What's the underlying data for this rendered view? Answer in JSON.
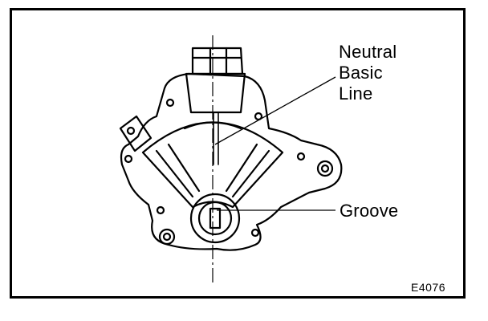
{
  "labels": {
    "neutral_line1": "Neutral",
    "neutral_line2": "Basic",
    "neutral_line3": "Line",
    "groove": "Groove"
  },
  "figure_code": "E4076",
  "colors": {
    "ink": "#000000",
    "paper": "#ffffff"
  }
}
